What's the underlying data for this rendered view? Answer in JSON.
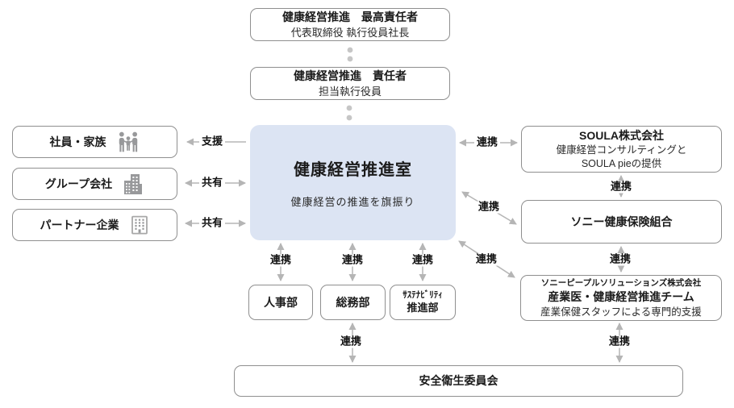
{
  "diagram": {
    "hierarchy": [
      {
        "title": "健康経営推進　最高責任者",
        "subtitle": "代表取締役 執行役員社長"
      },
      {
        "title": "健康経営推進　責任者",
        "subtitle": "担当執行役員"
      }
    ],
    "center": {
      "title": "健康経営推進室",
      "subtitle": "健康経営の推進を旗振り"
    },
    "left": [
      {
        "label": "社員・家族",
        "icon": "family-icon"
      },
      {
        "label": "グループ会社",
        "icon": "group-company-building-icon"
      },
      {
        "label": "パートナー企業",
        "icon": "partner-building-icon"
      }
    ],
    "right": [
      {
        "title": "SOULA株式会社",
        "line1": "健康経営コンサルティングと",
        "line2": "SOULA pieの提供"
      },
      {
        "title": "ソニー健康保険組合"
      },
      {
        "company": "ソニーピープルソリューションズ株式会社",
        "title": "産業医・健康経営推進チーム",
        "subtitle": "産業保健スタッフによる専門的支援"
      }
    ],
    "departments": [
      {
        "label": "人事部"
      },
      {
        "label": "総務部"
      },
      {
        "line1": "ｻｽﾃﾅﾋﾞﾘﾃｨ",
        "line2": "推進部"
      }
    ],
    "bottom": {
      "label": "安全衛生委員会"
    },
    "connections": [
      {
        "from": "健康経営推進室",
        "to": "社員・家族",
        "label": "支援",
        "type": "one-way"
      },
      {
        "from": "健康経営推進室",
        "to": "グループ会社",
        "label": "共有",
        "type": "two-way"
      },
      {
        "from": "健康経営推進室",
        "to": "パートナー企業",
        "label": "共有",
        "type": "two-way"
      },
      {
        "from": "健康経営推進室",
        "to": "SOULA株式会社",
        "label": "連携",
        "type": "two-way"
      },
      {
        "from": "健康経営推進室",
        "to": "ソニー健康保険組合",
        "label": "連携",
        "type": "two-way"
      },
      {
        "from": "健康経営推進室",
        "to": "産業医・健康経営推進チーム",
        "label": "連携",
        "type": "two-way"
      },
      {
        "from": "SOULA株式会社",
        "to": "ソニー健康保険組合",
        "label": "連携",
        "type": "two-way"
      },
      {
        "from": "ソニー健康保険組合",
        "to": "産業医・健康経営推進チーム",
        "label": "連携",
        "type": "two-way"
      },
      {
        "from": "産業医・健康経営推進チーム",
        "to": "安全衛生委員会",
        "label": "連携",
        "type": "two-way"
      },
      {
        "from": "健康経営推進室",
        "to": "人事部",
        "label": "連携",
        "type": "two-way"
      },
      {
        "from": "健康経営推進室",
        "to": "総務部",
        "label": "連携",
        "type": "two-way"
      },
      {
        "from": "健康経営推進室",
        "to": "ｻｽﾃﾅﾋﾞﾘﾃｨ推進部",
        "label": "連携",
        "type": "two-way"
      },
      {
        "from": "総務部",
        "to": "安全衛生委員会",
        "label": "連携",
        "type": "two-way"
      }
    ],
    "colors": {
      "center_box_bg": "#dce4f3",
      "box_border": "#8f8f8f",
      "arrow": "#b5b5b5",
      "dot": "#c6c6c6",
      "icon": "#98999b",
      "text": "#1b1b1b"
    }
  }
}
